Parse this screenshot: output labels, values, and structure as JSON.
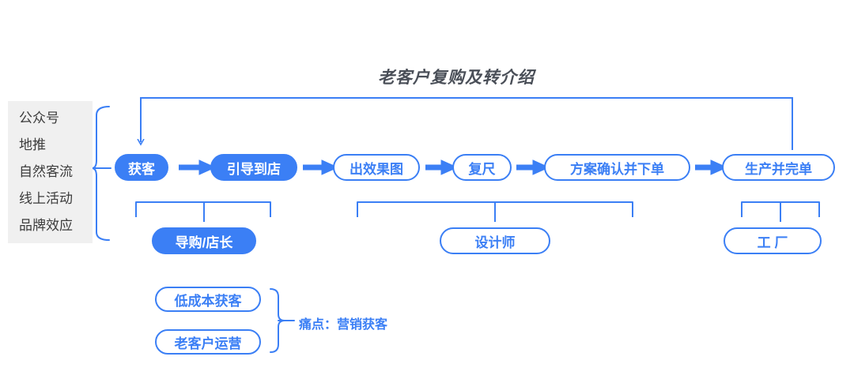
{
  "diagram": {
    "loop_title": "老客户复购及转介绍",
    "accent_color": "#3b7ff5",
    "title_color": "#4a4f58",
    "panel_bg": "#f0f0f0",
    "sources": {
      "name": "acquisition-sources",
      "items": [
        "公众号",
        "地推",
        "自然客流",
        "线上活动",
        "品牌效应"
      ]
    },
    "flow": {
      "arrow_glyph": "➡",
      "nodes": [
        {
          "label": "获客",
          "style": "filled"
        },
        {
          "label": "引导到店",
          "style": "filled"
        },
        {
          "label": "出效果图",
          "style": "outlined"
        },
        {
          "label": "复尺",
          "style": "outlined"
        },
        {
          "label": "方案确认并下单",
          "style": "outlined"
        },
        {
          "label": "生产并完单",
          "style": "outlined"
        }
      ]
    },
    "roles": [
      {
        "label": "导购/店长",
        "style": "filled"
      },
      {
        "label": "设计师",
        "style": "outlined"
      },
      {
        "label": "工 厂",
        "style": "outlined"
      }
    ],
    "pain": {
      "items": [
        "低成本获客",
        "老客户运营"
      ],
      "label": "痛点：营销获客"
    }
  }
}
